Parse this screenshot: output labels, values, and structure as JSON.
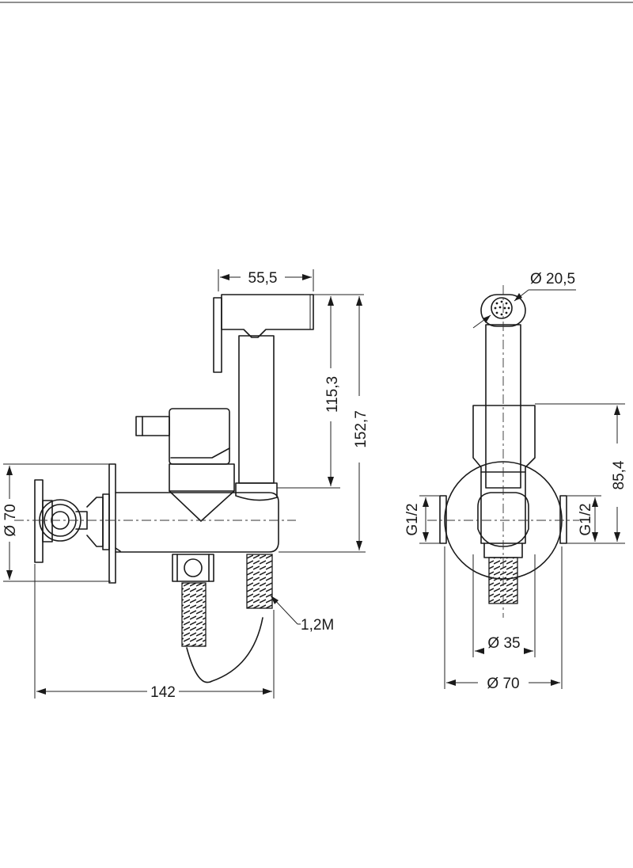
{
  "dimensions": {
    "sprayer_width": "55,5",
    "sprayer_height": "115,3",
    "total_height": "152,7",
    "flange_diameter_left": "Ø 70",
    "total_length": "142",
    "hose_length": "1,2M",
    "spray_head_diameter": "Ø 20,5",
    "holder_height": "85,4",
    "thread_left": "G1/2",
    "thread_right": "G1/2",
    "body_diameter": "Ø 35",
    "flange_diameter_front": "Ø 70"
  }
}
